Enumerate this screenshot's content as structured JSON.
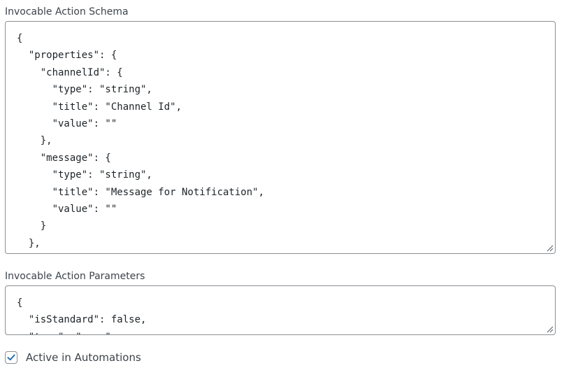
{
  "schema_field": {
    "label": "Invocable Action Schema",
    "value": "{\n  \"properties\": {\n    \"channelId\": {\n      \"type\": \"string\",\n      \"title\": \"Channel Id\",\n      \"value\": \"\"\n    },\n    \"message\": {\n      \"type\": \"string\",\n      \"title\": \"Message for Notification\",\n      \"value\": \"\"\n    }\n  },"
  },
  "parameters_field": {
    "label": "Invocable Action Parameters",
    "value": "{\n  \"isStandard\": false,\n  \"type\": \"apex\""
  },
  "active_checkbox": {
    "label": "Active in Automations",
    "checked": true
  },
  "colors": {
    "border": "#8c8f94",
    "text": "#3c434a",
    "code_text": "#1d2327",
    "check_accent": "#2271b1"
  },
  "icons": {
    "resize": "resize-handle-icon",
    "check": "checkmark-icon"
  }
}
